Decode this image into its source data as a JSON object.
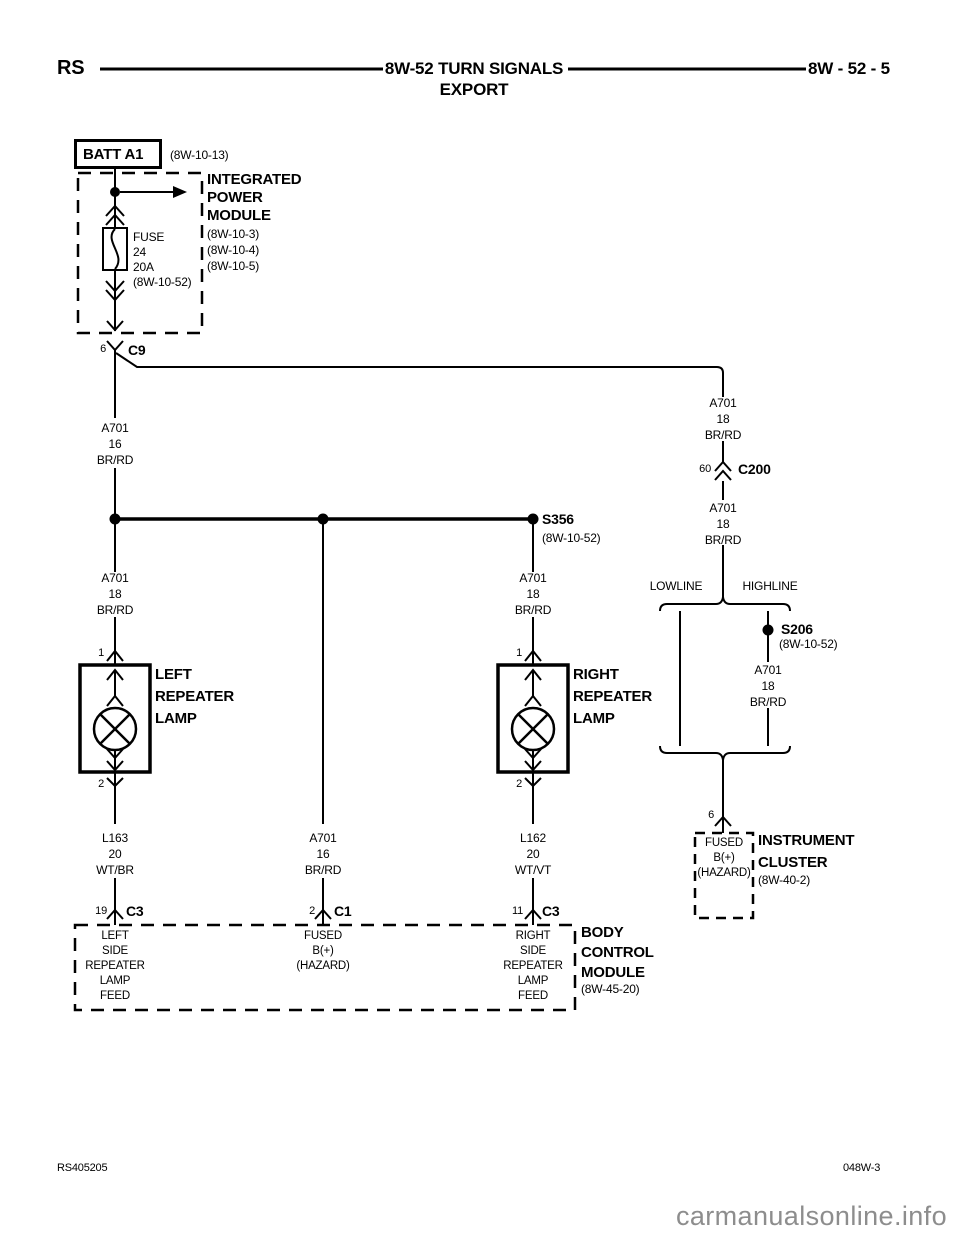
{
  "header": {
    "model": "RS",
    "title": "8W-52 TURN SIGNALS",
    "subtitle": "EXPORT",
    "page": "8W - 52 - 5"
  },
  "battery": {
    "label": "BATT A1",
    "ref": "(8W-10-13)"
  },
  "ipm": {
    "name": "INTEGRATED\nPOWER\nMODULE",
    "refs": "(8W-10-3)\n(8W-10-4)\n(8W-10-5)",
    "fuse": "FUSE\n24\n20A\n(8W-10-52)"
  },
  "c9": {
    "pin": "6",
    "name": "C9"
  },
  "c200": {
    "pin": "60",
    "name": "C200"
  },
  "splices": {
    "s356": {
      "name": "S356",
      "ref": "(8W-10-52)"
    },
    "s206": {
      "name": "S206",
      "ref": "(8W-10-52)"
    }
  },
  "wires": {
    "feed_16": "A701\n16\nBR/RD",
    "left_18": "A701\n18\nBR/RD",
    "right_18": "A701\n18\nBR/RD",
    "c200_upper": "A701\n18\nBR/RD",
    "c200_lower": "A701\n18\nBR/RD",
    "highline_18": "A701\n18\nBR/RD",
    "left_feed": "L163\n20\nWT/BR",
    "mid_feed": "A701\n16\nBR/RD",
    "right_feed": "L162\n20\nWT/VT"
  },
  "branches": {
    "low": "LOWLINE",
    "high": "HIGHLINE"
  },
  "left_lamp": {
    "name": "LEFT\nREPEATER\nLAMP",
    "pin_top": "1",
    "pin_bottom": "2"
  },
  "right_lamp": {
    "name": "RIGHT\nREPEATER\nLAMP",
    "pin_top": "1",
    "pin_bottom": "2"
  },
  "cluster": {
    "pin": "6",
    "terminal": "FUSED\nB(+)\n(HAZARD)",
    "name": "INSTRUMENT\nCLUSTER",
    "ref": "(8W-40-2)"
  },
  "bcm": {
    "name": "BODY\nCONTROL\nMODULE",
    "ref": "(8W-45-20)",
    "left_pin": "19",
    "left_conn": "C3",
    "left_terminal": "LEFT\nSIDE\nREPEATER\nLAMP\nFEED",
    "mid_pin": "2",
    "mid_conn": "C1",
    "mid_terminal": "FUSED\nB(+)\n(HAZARD)",
    "right_pin": "11",
    "right_conn": "C3",
    "right_terminal": "RIGHT\nSIDE\nREPEATER\nLAMP\nFEED"
  },
  "footer": {
    "doc": "RS405205",
    "sheet": "048W-3",
    "watermark": "carmanualsonline.info"
  },
  "colors": {
    "line": "#000000",
    "background": "#ffffff",
    "watermark": "#8d8d8d"
  }
}
